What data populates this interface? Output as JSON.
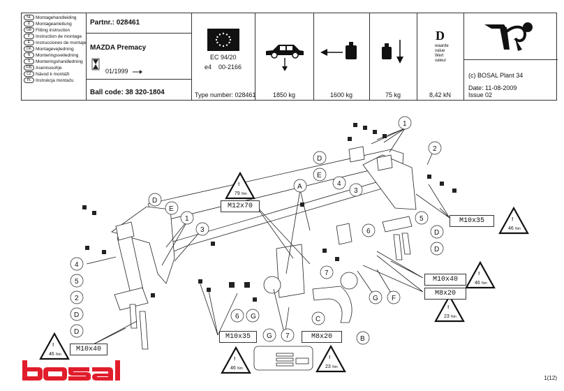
{
  "languages": [
    {
      "code": "NL",
      "text": "Montagehandleiding"
    },
    {
      "code": "D",
      "text": "Montageanleitung"
    },
    {
      "code": "GB",
      "text": "Fitting instruction"
    },
    {
      "code": "F",
      "text": "Instruction de montage"
    },
    {
      "code": "E",
      "text": "Instrucciones de montaje"
    },
    {
      "code": "DK",
      "text": "Montagevejledning"
    },
    {
      "code": "N",
      "text": "Monteringsveiledning"
    },
    {
      "code": "S",
      "text": "Monteringshandledning"
    },
    {
      "code": "FIN",
      "text": "Asennusohje"
    },
    {
      "code": "CZ",
      "text": "Návod k montáži"
    },
    {
      "code": "PL",
      "text": "Instrukcja montażu"
    }
  ],
  "header": {
    "part_nr": "Partnr.: 028461",
    "model": "MAZDA Premacy",
    "date_from": "01/1999",
    "ball_code": "Ball code: 38 320-1804",
    "ec": "EC 94/20",
    "e4_label": "e4",
    "e4_number": "00-2166",
    "type_number": "Type number: 028461",
    "max_weight": "1850 kg",
    "tow_weight": "1600 kg",
    "vertical_load": "75 kg",
    "d_value": "8,42 kN",
    "d_letter": "D",
    "d_words": [
      "waarde",
      "value",
      "Wert",
      "valeur"
    ],
    "plant": "(c) BOSAL Plant 34",
    "date": "Date: 11-08-2009",
    "issue": "Issue 02"
  },
  "callouts": [
    "1",
    "2",
    "3",
    "4",
    "5",
    "6",
    "7",
    "A",
    "B",
    "C",
    "D",
    "E",
    "F",
    "G"
  ],
  "specs": {
    "m12x70": "M12x70",
    "m10x35_right": "M10x35",
    "m10x40_right": "M10x40",
    "m8x20_right": "M8x20",
    "m10x35_bottom": "M10x35",
    "m8x20_bottom": "M8x20",
    "m10x40_left": "M10x40"
  },
  "torques": {
    "t79": "79",
    "t46a": "46",
    "t46b": "46",
    "t23a": "23",
    "t46c": "46",
    "t23b": "23",
    "t46d": "46",
    "unit": "Nm",
    "mark": "!"
  },
  "brand": "bosal",
  "page": "1(12)"
}
